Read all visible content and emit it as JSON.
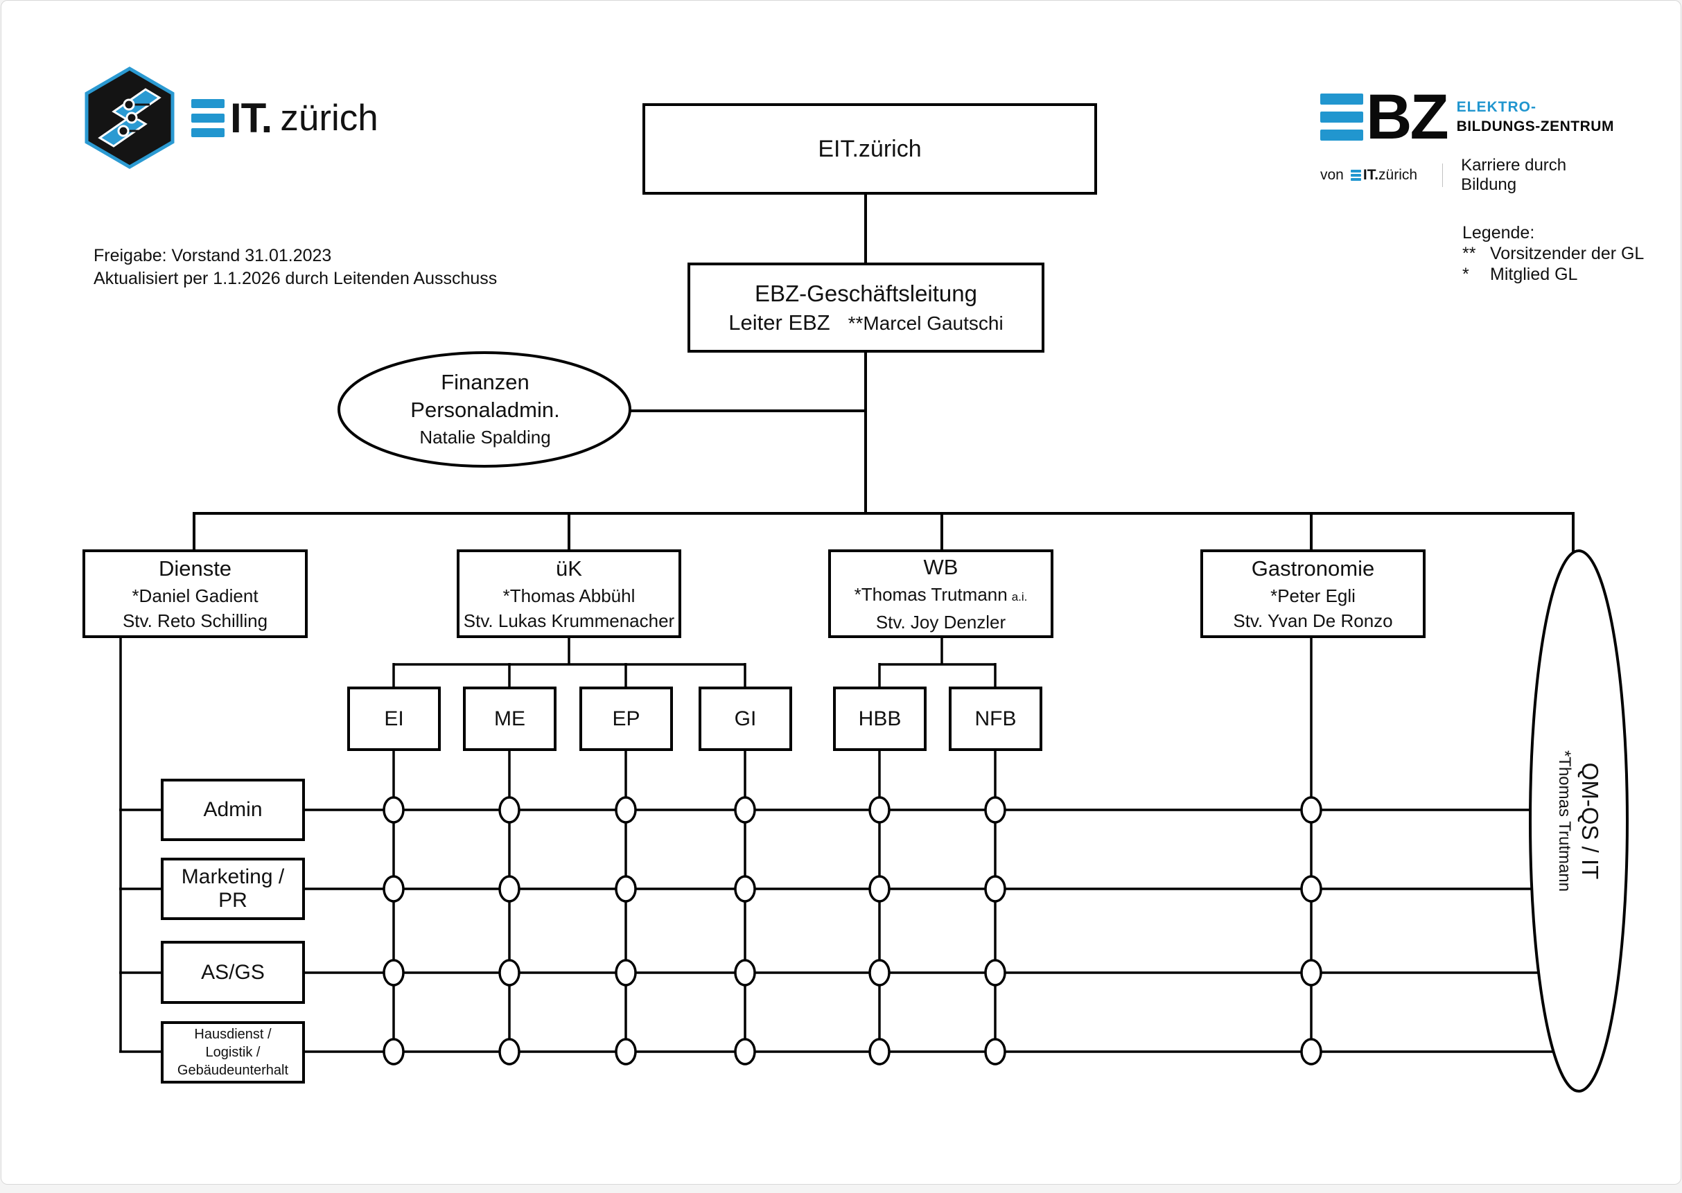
{
  "colors": {
    "accent_blue": "#2196cf",
    "line_black": "#000000"
  },
  "brand": {
    "eit": {
      "it": "IT.",
      "city": "zürich"
    },
    "ebz": {
      "bz": "BZ",
      "line1": "ELEKTRO-",
      "line2": "BILDUNGS-ZENTRUM",
      "von": "von",
      "it": "IT.",
      "city": "zürich",
      "tagline": "Karriere durch Bildung"
    }
  },
  "meta": {
    "line1": "Freigabe: Vorstand 31.01.2023",
    "line2": "Aktualisiert per 1.1.2026 durch Leitenden Ausschuss"
  },
  "legend": {
    "title": "Legende:",
    "items": [
      {
        "marker": "**",
        "text": "Vorsitzender der GL"
      },
      {
        "marker": "*",
        "text": "Mitglied GL"
      }
    ]
  },
  "chart": {
    "root": {
      "label": "EIT.zürich"
    },
    "gl": {
      "line1": "EBZ-Geschäftsleitung",
      "line2_prefix": "Leiter EBZ",
      "line2_name": "**Marcel Gautschi"
    },
    "finance": {
      "line1": "Finanzen",
      "line2": "Personaladmin.",
      "line3": "Natalie Spalding"
    },
    "departments": [
      {
        "title": "Dienste",
        "lead": "*Daniel Gadient",
        "deputy": "Stv. Reto Schilling"
      },
      {
        "title": "üK",
        "lead": "*Thomas Abbühl",
        "deputy": "Stv. Lukas Krummenacher"
      },
      {
        "title": "WB",
        "lead": "*Thomas Trutmann",
        "lead_suffix": "a.i.",
        "deputy": "Stv. Joy Denzler"
      },
      {
        "title": "Gastronomie",
        "lead": "*Peter Egli",
        "deputy": "Stv. Yvan De Ronzo"
      }
    ],
    "units": [
      {
        "label": "EI"
      },
      {
        "label": "ME"
      },
      {
        "label": "EP"
      },
      {
        "label": "GI"
      },
      {
        "label": "HBB"
      },
      {
        "label": "NFB"
      }
    ],
    "functions": [
      {
        "line1": "Admin"
      },
      {
        "line1": "Marketing /",
        "line2": "PR"
      },
      {
        "line1": "AS/GS"
      },
      {
        "line1": "Hausdienst /",
        "line2": "Logistik /",
        "line3": "Gebäudeunterhalt"
      }
    ],
    "qm": {
      "line1": "QM-QS / IT",
      "line2": "*Thomas Trutmann"
    }
  }
}
